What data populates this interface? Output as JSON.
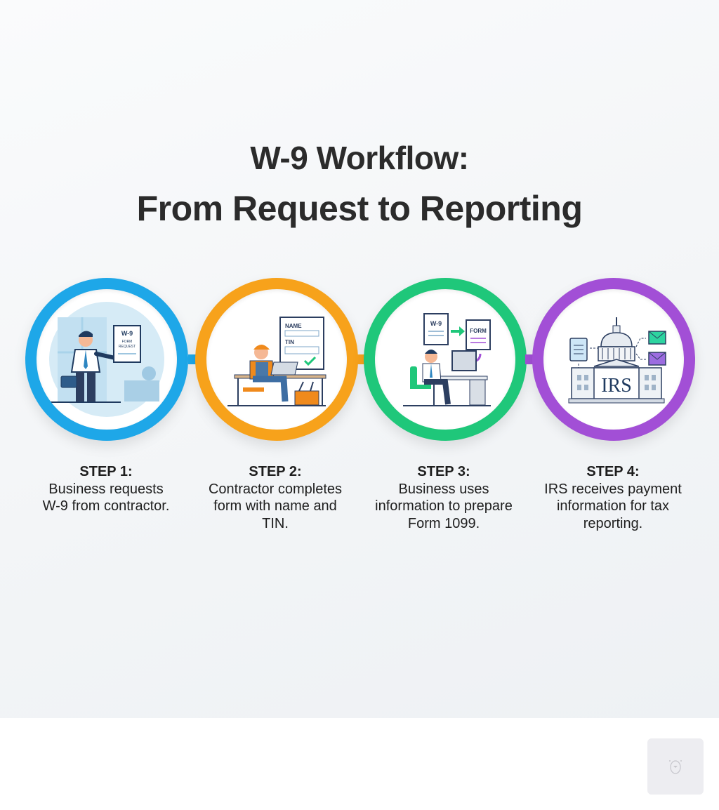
{
  "title": {
    "line1": "W-9 Workflow:",
    "line2": "From Request to Reporting"
  },
  "colors": {
    "step1": "#1ea7e8",
    "step2": "#f7a21b",
    "step3": "#1fc77a",
    "step4": "#a24fd6",
    "text": "#2b2b2b",
    "background": "#f3f5f7"
  },
  "steps": [
    {
      "label": "STEP 1:",
      "description": "Business requests W-9 from contractor.",
      "icon": "businessman-presenting-w9-icon",
      "illustration_text": [
        "W-9",
        "FORM",
        "REQUEST"
      ]
    },
    {
      "label": "STEP 2:",
      "description": "Contractor completes form with name and TIN.",
      "icon": "contractor-at-laptop-icon",
      "illustration_text": [
        "NAME",
        "TIN"
      ]
    },
    {
      "label": "STEP 3:",
      "description": "Business uses information to prepare Form 1099.",
      "icon": "worker-at-computer-icon",
      "illustration_text": [
        "W-9",
        "FORM"
      ]
    },
    {
      "label": "STEP 4:",
      "description": "IRS receives payment information for tax reporting.",
      "icon": "irs-building-icon",
      "illustration_text": [
        "IRS"
      ]
    }
  ],
  "placeholder": {
    "icon": "image-placeholder-icon"
  }
}
